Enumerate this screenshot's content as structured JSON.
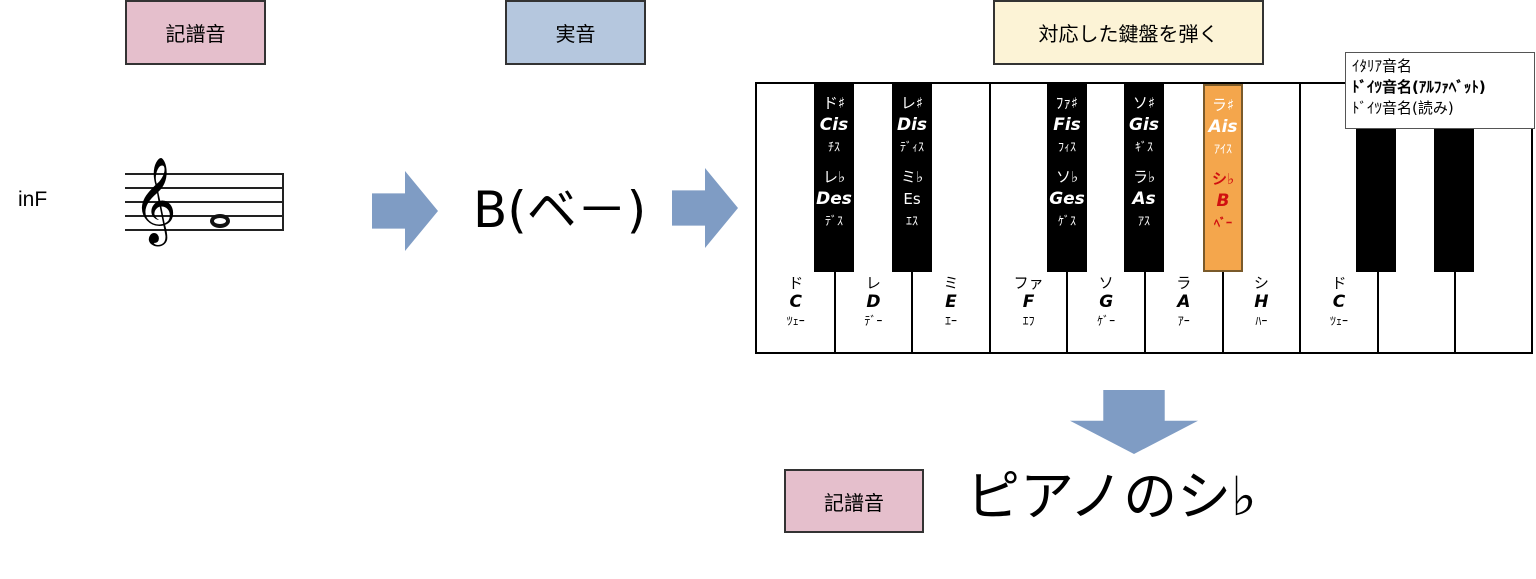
{
  "top_labels": {
    "notated": "記譜音",
    "concert": "実音",
    "play": "対応した鍵盤を弾く"
  },
  "key_label": "inF",
  "concert_note": "B(ベ－)",
  "clef_glyph": "𝄞",
  "note_glyph": "𝅝",
  "legend": {
    "line1": "ｲﾀﾘｱ音名",
    "line2": "ﾄﾞｲﾂ音名(ｱﾙﾌｧﾍﾞｯﾄ)",
    "line3": "ﾄﾞｲﾂ音名(読み)"
  },
  "white_keys": [
    {
      "it": "ド",
      "de": "C",
      "read": "ﾂｪｰ"
    },
    {
      "it": "レ",
      "de": "D",
      "read": "ﾃﾞｰ"
    },
    {
      "it": "ミ",
      "de": "E",
      "read": "ｴｰ"
    },
    {
      "it": "ファ",
      "de": "F",
      "read": "ｴﾌ"
    },
    {
      "it": "ソ",
      "de": "G",
      "read": "ｹﾞｰ"
    },
    {
      "it": "ラ",
      "de": "A",
      "read": "ｱｰ"
    },
    {
      "it": "シ",
      "de": "H",
      "read": "ﾊｰ"
    },
    {
      "it": "ド",
      "de": "C",
      "read": "ﾂｪｰ"
    },
    {
      "it": "",
      "de": "",
      "read": ""
    },
    {
      "it": "",
      "de": "",
      "read": ""
    }
  ],
  "black_keys": [
    {
      "sharp_it": "ド♯",
      "sharp_de": "Cis",
      "sharp_read": "ﾁｽ",
      "flat_it": "レ♭",
      "flat_de": "Des",
      "flat_read": "ﾃﾞｽ",
      "highlight": false
    },
    {
      "sharp_it": "レ♯",
      "sharp_de": "Dis",
      "sharp_read": "ﾃﾞｨｽ",
      "flat_it": "ミ♭",
      "flat_de": "Es",
      "flat_read": "ｴｽ",
      "highlight": false
    },
    {
      "sharp_it": "ﾌｧ♯",
      "sharp_de": "Fis",
      "sharp_read": "ﾌｨｽ",
      "flat_it": "ソ♭",
      "flat_de": "Ges",
      "flat_read": "ｹﾞｽ",
      "highlight": false
    },
    {
      "sharp_it": "ソ♯",
      "sharp_de": "Gis",
      "sharp_read": "ｷﾞｽ",
      "flat_it": "ラ♭",
      "flat_de": "As",
      "flat_read": "ｱｽ",
      "highlight": false
    },
    {
      "sharp_it": "ラ♯",
      "sharp_de": "Ais",
      "sharp_read": "ｱｲｽ",
      "flat_it": "シ♭",
      "flat_de": "B",
      "flat_read": "ﾍﾞｰ",
      "highlight": true
    },
    {
      "sharp_it": "",
      "sharp_de": "",
      "sharp_read": "",
      "flat_it": "",
      "flat_de": "",
      "flat_read": "",
      "highlight": false
    },
    {
      "sharp_it": "",
      "sharp_de": "",
      "sharp_read": "",
      "flat_it": "",
      "flat_de": "",
      "flat_read": "",
      "highlight": false
    }
  ],
  "bottom": {
    "notated": "記譜音",
    "result": "ピアノのシ♭"
  },
  "colors": {
    "notated": "#e5bfcc",
    "concert": "#b5c7de",
    "play": "#fcf3d6",
    "arrow": "#7f9cc4",
    "highlight": "#f4a64c"
  }
}
